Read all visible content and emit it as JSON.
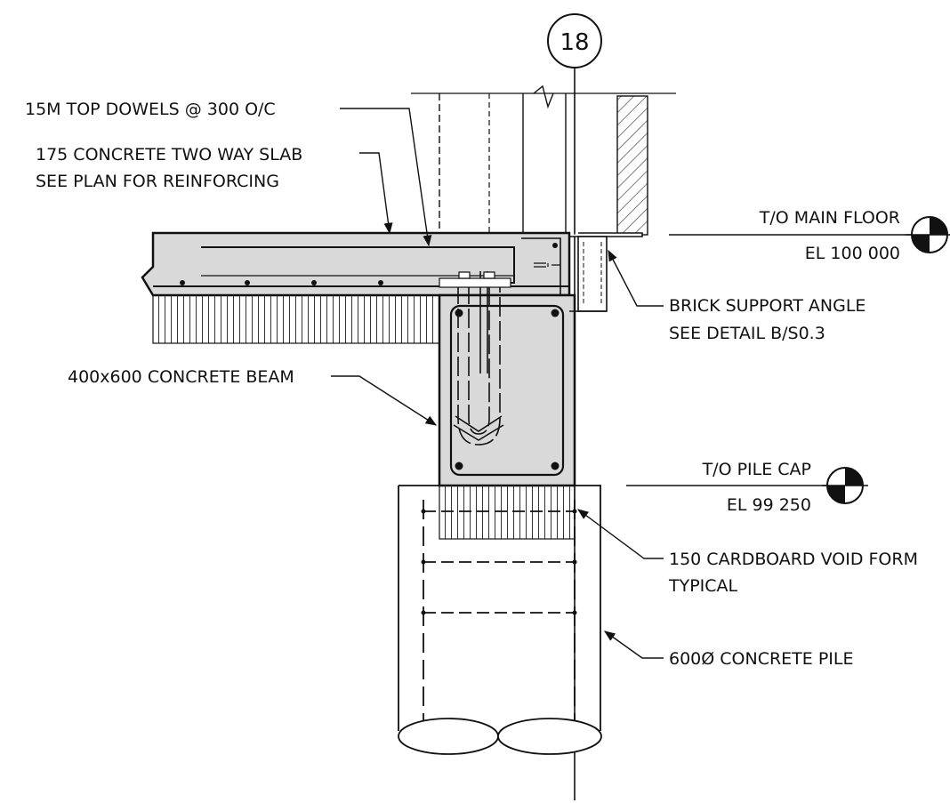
{
  "grid_bubble": "18",
  "labels": {
    "top_dowels": "15M TOP DOWELS @ 300 O/C",
    "slab_line1": "175 CONCRETE TWO WAY SLAB",
    "slab_line2": "SEE PLAN FOR REINFORCING",
    "beam": "400x600 CONCRETE BEAM",
    "brick_line1": "BRICK SUPPORT ANGLE",
    "brick_line2": "SEE DETAIL B/S0.3",
    "void_line1": "150 CARDBOARD VOID FORM",
    "void_line2": "TYPICAL",
    "pile": "600Ø CONCRETE PILE"
  },
  "elevations": {
    "main_floor": {
      "name": "T/O MAIN FLOOR",
      "value": "EL 100 000"
    },
    "pile_cap": {
      "name": "T/O PILE CAP",
      "value": "EL 99 250"
    }
  },
  "colors": {
    "line": "#111111",
    "concrete_fill": "#d9d9d9",
    "background": "#ffffff"
  }
}
